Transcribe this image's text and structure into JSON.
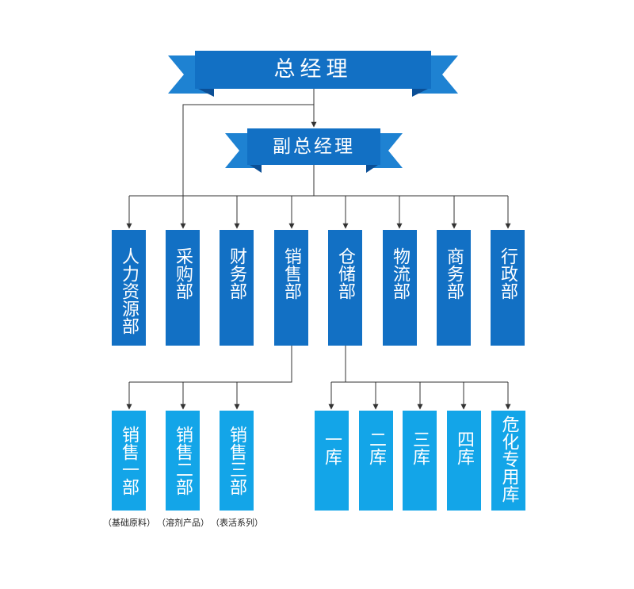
{
  "colors": {
    "dark_blue": "#1270c4",
    "banner_blue": "#1e82d2",
    "banner_fold": "#0b4f96",
    "light_blue": "#13a5e8",
    "line": "#333333"
  },
  "top": {
    "title": "总经理"
  },
  "deputy": {
    "title": "副总经理"
  },
  "departments": [
    {
      "label": "人力资源部"
    },
    {
      "label": "采购部"
    },
    {
      "label": "财务部"
    },
    {
      "label": "销售部"
    },
    {
      "label": "仓储部"
    },
    {
      "label": "物流部"
    },
    {
      "label": "商务部"
    },
    {
      "label": "行政部"
    }
  ],
  "sales_units": [
    {
      "label": "销售一部",
      "note": "（基础原料）"
    },
    {
      "label": "销售二部",
      "note": "（溶剂产品）"
    },
    {
      "label": "销售三部",
      "note": "（表活系列）"
    }
  ],
  "warehouses": [
    {
      "label": "一库"
    },
    {
      "label": "二库"
    },
    {
      "label": "三库"
    },
    {
      "label": "四库"
    },
    {
      "label": "危化专用库"
    }
  ]
}
